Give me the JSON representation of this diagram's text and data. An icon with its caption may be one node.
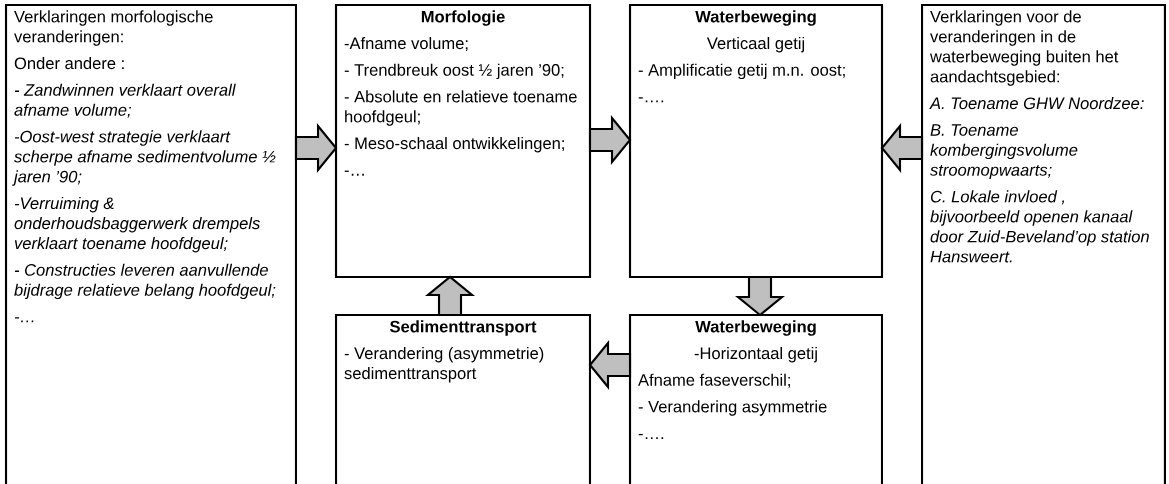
{
  "diagram": {
    "nodes": [
      {
        "text": [
          "Verklaringen morfologische veranderingen:",
          "Onder andere :",
          "- Zandwinnen verklaart overall afname volume;",
          "-Oost-west strategie verklaart scherpe afname sedimentvolume ½ jaren ’90;",
          "-Verruiming & onderhoudsbaggerwerk drempels verklaart toename hoofdgeul;",
          "- Constructies leveren aanvullende bijdrage relatieve belang hoofdgeul;",
          "-…"
        ]
      },
      {
        "text": [
          "Morfologie",
          "-Afname volume;",
          "- Trendbreuk oost ½ jaren ’90;",
          "- Absolute en relatieve toename hoofdgeul;",
          "- Meso-schaal ontwikkelingen;",
          "-…"
        ]
      },
      {
        "text": [
          "Waterbeweging",
          "Verticaal getij",
          "- Amplificatie getij m.n. oost;",
          "-…."
        ]
      },
      {
        "text": [
          "Verklaringen voor de veranderingen in de waterbeweging buiten het aandachtsgebied:",
          "A. Toename GHW Noordzee:",
          "B. Toename kombergingsvolume stroomopwaarts;",
          "C. Lokale invloed , bijvoorbeeld openen kanaal door Zuid-Beveland’op station Hansweert."
        ]
      },
      {
        "text": [
          "Sedimenttransport",
          "- Verandering (asymmetrie) sedimenttransport"
        ]
      },
      {
        "text": [
          "Waterbeweging",
          "-Horizontaal getij",
          "Afname faseverschil;",
          "- Verandering asymmetrie",
          "-…."
        ]
      }
    ],
    "edges": [
      {
        "from": 0,
        "to": 1,
        "arrow": "to"
      },
      {
        "from": 1,
        "to": 2,
        "arrow": "to"
      },
      {
        "from": 3,
        "to": 2,
        "arrow": "to"
      },
      {
        "from": 2,
        "to": 5,
        "arrow": "to"
      },
      {
        "from": 5,
        "to": 4,
        "arrow": "to"
      },
      {
        "from": 4,
        "to": 1,
        "arrow": "to"
      }
    ]
  }
}
